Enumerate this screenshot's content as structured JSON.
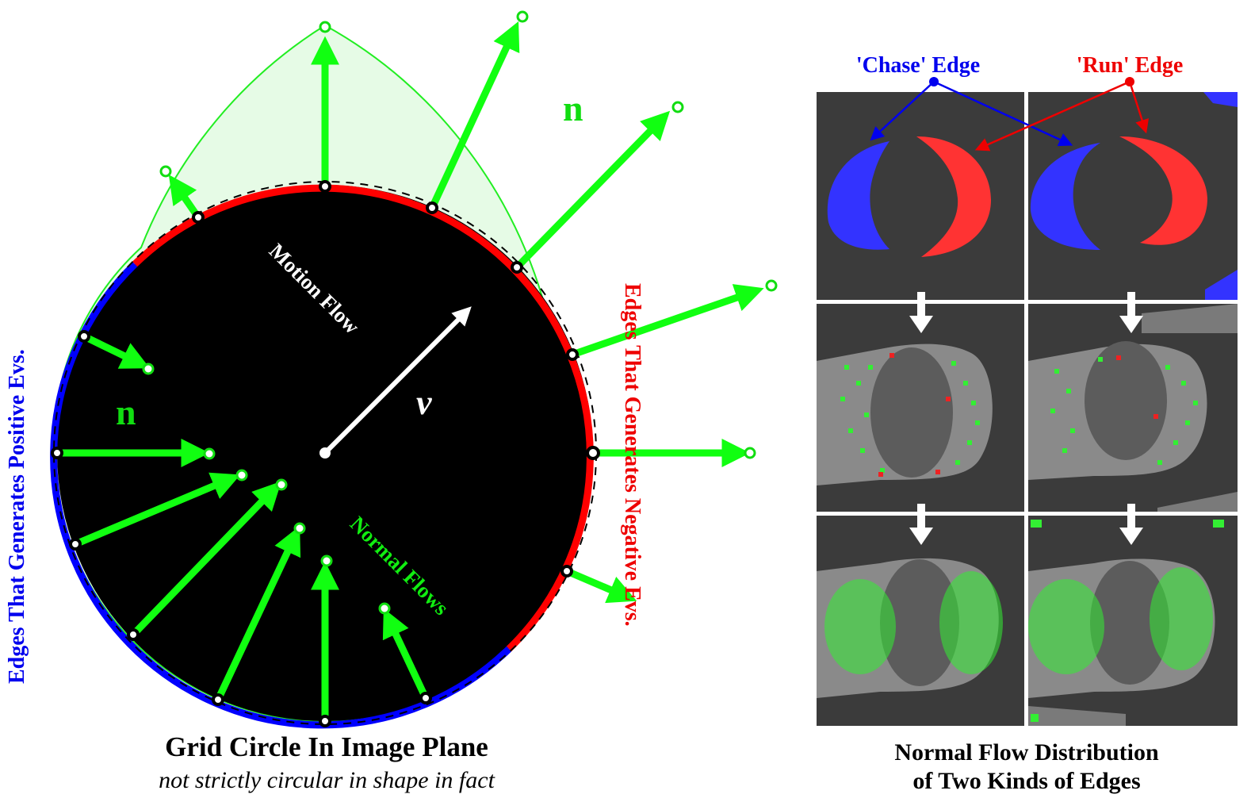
{
  "left_panel": {
    "motion_flow_label": "Motion Flow",
    "velocity_label": "v",
    "normal_flows_label": "Normal Flows",
    "n_label_outer": "n",
    "n_label_inner": "n",
    "positive_edges_label": "Edges That Generates Positive Evs.",
    "negative_edges_label": "Edges That Generates Negative Evs.",
    "caption_title": "Grid Circle In Image Plane",
    "caption_subtitle": "not strictly circular in shape in fact"
  },
  "right_panel": {
    "chase_label": "'Chase' Edge",
    "run_label": "'Run' Edge",
    "caption_line1": "Normal Flow Distribution",
    "caption_line2": "of Two Kinds of Edges"
  },
  "colors": {
    "positive": "#0000ff",
    "negative": "#ff0000",
    "normal_flow": "#11ff11",
    "circle_fill": "#000000",
    "motion": "#ffffff",
    "panel_bg": "#3b3b3b"
  },
  "icons": [
    "normal-flow-arrow-icon",
    "motion-arrow-icon",
    "down-arrow-icon"
  ]
}
